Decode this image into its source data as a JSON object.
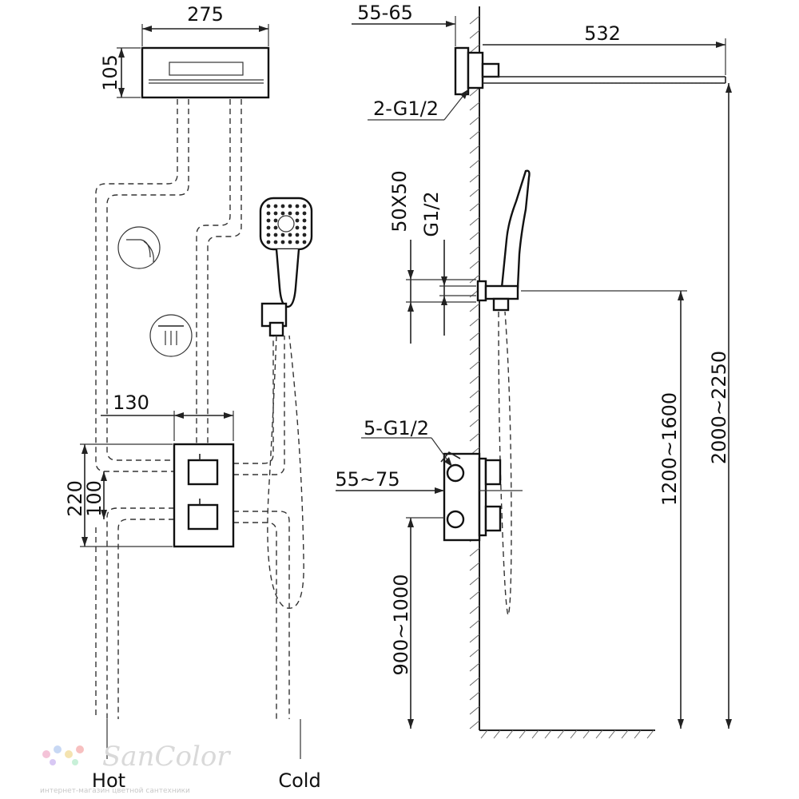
{
  "dimensions": {
    "panel_width": "275",
    "panel_height": "105",
    "valve_offset": "130",
    "valve_height": "220",
    "valve_spacing": "100",
    "wall_offset_top": "55-65",
    "arm_length": "532",
    "top_connection": "2-G1/2",
    "bracket_size": "50X50",
    "bracket_thread": "G1/2",
    "valve_connection": "5-G1/2",
    "valve_depth": "55~75",
    "valve_height_floor": "900~1000",
    "holder_height_floor": "1200~1600",
    "head_height_floor": "2000~2250"
  },
  "labels": {
    "hot": "Hot",
    "cold": "Cold"
  },
  "watermark": {
    "brand": "SanColor",
    "tagline": "интернет-магазин цветной сантехники"
  },
  "icons": [
    "handshower-icon",
    "rain-shower-icon"
  ]
}
